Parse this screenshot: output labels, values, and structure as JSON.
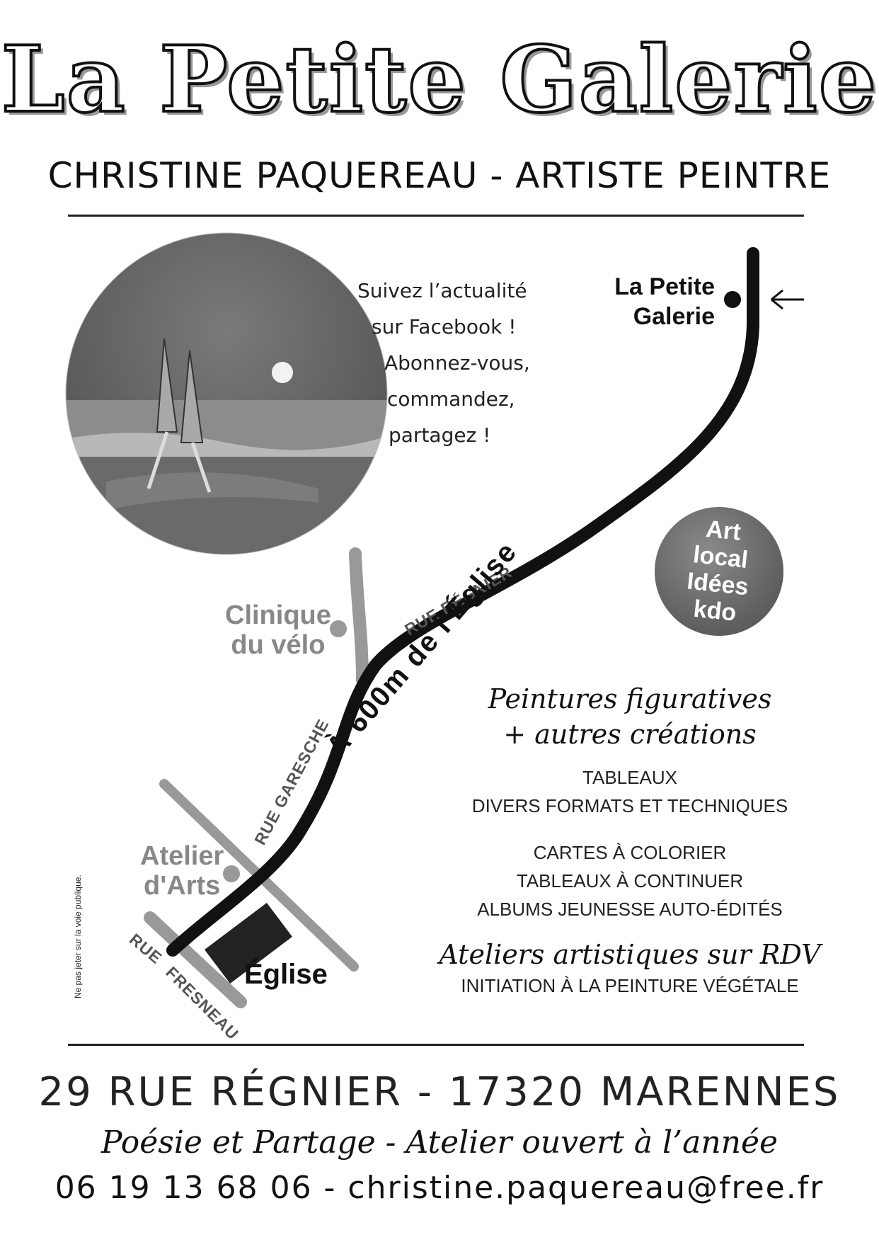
{
  "header": {
    "title": "La Petite Galerie",
    "subtitle": "CHRISTINE PAQUEREAU - ARTISTE PEINTRE"
  },
  "facebook": {
    "lines": [
      "Suivez l’actualité",
      "sur Facebook !",
      "Abonnez-vous,",
      "commandez,",
      "partagez !"
    ]
  },
  "map": {
    "gallery_label": [
      "La Petite",
      "Galerie"
    ],
    "badge": [
      "Art",
      "local",
      "Idées",
      "kdo"
    ],
    "clinique": [
      "Clinique",
      "du vélo"
    ],
    "atelier": [
      "Atelier",
      "d'Arts"
    ],
    "street_regnier": "RUE RÉGNIER",
    "street_garesche": "RUE GARESCHE",
    "street_rue": "RUE",
    "street_fresneau": "FRESNEAU",
    "distance": "À 600m de l'Église",
    "church": "Église"
  },
  "offer": {
    "heading_1": "Peintures figuratives",
    "heading_2": "+ autres créations",
    "block1": [
      "TABLEAUX",
      "DIVERS FORMATS ET TECHNIQUES"
    ],
    "block2": [
      "CARTES À COLORIER",
      "TABLEAUX À CONTINUER",
      "ALBUMS JEUNESSE AUTO-ÉDITÉS"
    ],
    "ateliers": "Ateliers artistiques sur RDV",
    "initiation": "INITIATION À LA PEINTURE VÉGÉTALE"
  },
  "note": "Ne pas jeter sur la voie publique.",
  "footer": {
    "address": "29 RUE RÉGNIER - 17320 MARENNES",
    "tagline": "Poésie et Partage - Atelier ouvert à l’année",
    "contact": "06 19 13 68 06 - christine.paquereau@free.fr"
  }
}
